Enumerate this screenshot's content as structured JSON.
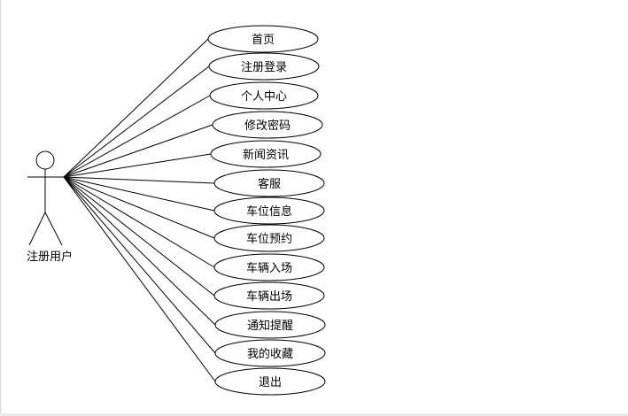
{
  "actor": {
    "name": "注册用户",
    "icon": "stick-figure-actor-icon"
  },
  "use_cases": [
    {
      "id": "home",
      "label": "首页"
    },
    {
      "id": "register-login",
      "label": "注册登录"
    },
    {
      "id": "personal-center",
      "label": "个人中心"
    },
    {
      "id": "change-password",
      "label": "修改密码"
    },
    {
      "id": "news",
      "label": "新闻资讯"
    },
    {
      "id": "customer-service",
      "label": "客服"
    },
    {
      "id": "parking-info",
      "label": "车位信息"
    },
    {
      "id": "parking-reservation",
      "label": "车位预约"
    },
    {
      "id": "vehicle-entry",
      "label": "车辆入场"
    },
    {
      "id": "vehicle-exit",
      "label": "车辆出场"
    },
    {
      "id": "notification",
      "label": "通知提醒"
    },
    {
      "id": "my-favorites",
      "label": "我的收藏"
    },
    {
      "id": "logout",
      "label": "退出"
    }
  ],
  "colors": {
    "line": "#000000",
    "background": "#ffffff"
  }
}
